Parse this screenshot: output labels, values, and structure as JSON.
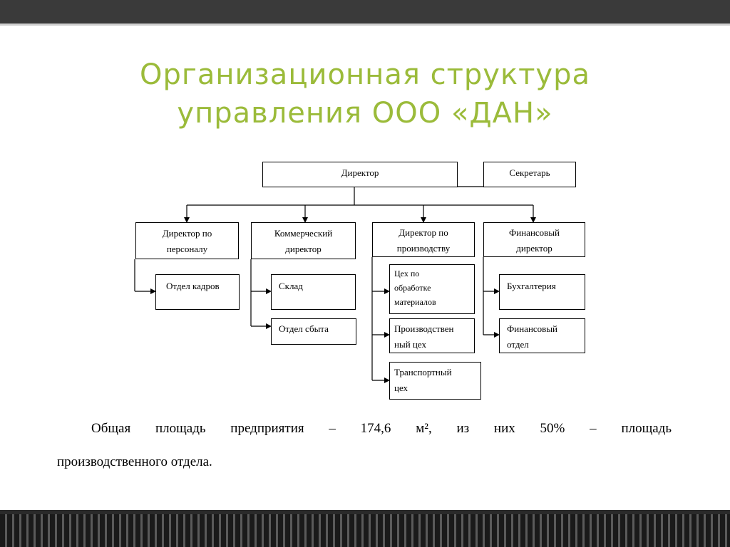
{
  "title": {
    "line1": "Организационная структура",
    "line2": "управления ООО «ДАН»"
  },
  "org": {
    "director": "Директор",
    "secretary": "Секретарь",
    "departments": [
      {
        "head_l1": "Директор по",
        "head_l2": "персоналу",
        "units": [
          {
            "l1": "Отдел кадров"
          }
        ]
      },
      {
        "head_l1": "Коммерческий",
        "head_l2": "директор",
        "units": [
          {
            "l1": "Склад"
          },
          {
            "l1": "Отдел сбыта"
          }
        ]
      },
      {
        "head_l1": "Директор по",
        "head_l2": "производству",
        "units": [
          {
            "l1": "Цех по",
            "l2": "обработке",
            "l3": "материалов"
          },
          {
            "l1": "Производствен",
            "l2": "ный цех"
          },
          {
            "l1": "Транспортный",
            "l2": "цех"
          }
        ]
      },
      {
        "head_l1": "Финансовый",
        "head_l2": "директор",
        "units": [
          {
            "l1": "Бухгалтерия"
          },
          {
            "l1": "Финансовый",
            "l2": "отдел"
          }
        ]
      }
    ]
  },
  "note": {
    "line1": "Общая площадь предприятия – 174,6 м², из них 50% – площадь",
    "line2": "производственного отдела."
  }
}
